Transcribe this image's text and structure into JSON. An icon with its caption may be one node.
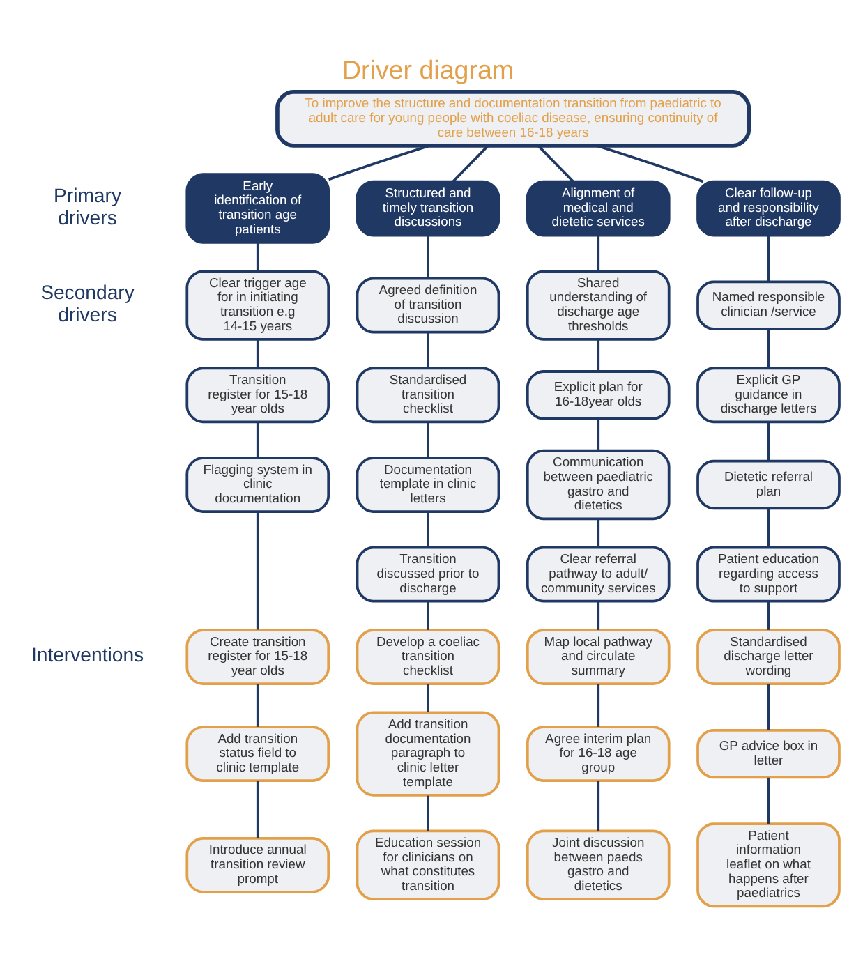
{
  "diagram": {
    "title": "Driver diagram",
    "nodes": [
      {
        "text": [
          "To improve the structure and documentation transition from paediatric to adult care for young people with coeliac disease, ensuring continuity of care between 16-18 years"
        ]
      },
      {
        "text": [
          "Early identification of transition age patients"
        ]
      },
      {
        "text": [
          "Structured and timely transition discussions"
        ]
      },
      {
        "text": [
          "Alignment of medical and dietetic services"
        ]
      },
      {
        "text": [
          "Clear follow-up and responsibility after discharge"
        ]
      },
      {
        "text": [
          "Clear trigger age for in initiating transition e.g 14-15 years"
        ]
      },
      {
        "text": [
          "Agreed definition of transition discussion"
        ]
      },
      {
        "text": [
          "Shared understanding of discharge age thresholds"
        ]
      },
      {
        "text": [
          "Named responsible clinician /service"
        ]
      },
      {
        "text": [
          "Transition register for 15-18 year olds"
        ]
      },
      {
        "text": [
          "Standardised transition checklist"
        ]
      },
      {
        "text": [
          "Explicit plan for 16-18year olds"
        ]
      },
      {
        "text": [
          "Explicit GP guidance in discharge letters"
        ]
      },
      {
        "text": [
          "Flagging system in clinic documentation"
        ]
      },
      {
        "text": [
          "Documentation template in clinic letters"
        ]
      },
      {
        "text": [
          "Communication between paediatric gastro and dietetics"
        ]
      },
      {
        "text": [
          "Dietetic referral plan"
        ]
      },
      {
        "text": [
          "Transition discussed prior to discharge"
        ]
      },
      {
        "text": [
          "Clear referral pathway to adult/ community services"
        ]
      },
      {
        "text": [
          "Patient education regarding access to support"
        ]
      },
      {
        "text": [
          "Create transition register for 15-18 year olds"
        ]
      },
      {
        "text": [
          "Develop a coeliac transition checklist"
        ]
      },
      {
        "text": [
          "Map local pathway and circulate summary"
        ]
      },
      {
        "text": [
          "Standardised discharge letter wording"
        ]
      },
      {
        "text": [
          "Add transition status field to clinic template"
        ]
      },
      {
        "text": [
          "Add transition documentation paragraph to clinic letter template"
        ]
      },
      {
        "text": [
          "Agree interim plan for 16-18 age group"
        ]
      },
      {
        "text": [
          "GP advice box in letter"
        ]
      },
      {
        "text": [
          "Introduce annual transition review prompt"
        ]
      },
      {
        "text": [
          "Education session for clinicians on what constitutes transition"
        ]
      },
      {
        "text": [
          "Joint discussion between paeds gastro and dietetics"
        ]
      },
      {
        "text": [
          "Patient information leaflet on what happens after paediatrics"
        ]
      }
    ],
    "edges": [
      {
        "from": 0,
        "to": 1,
        "arrow": "none"
      },
      {
        "from": 0,
        "to": 2,
        "arrow": "none"
      },
      {
        "from": 0,
        "to": 3,
        "arrow": "none"
      },
      {
        "from": 0,
        "to": 4,
        "arrow": "none"
      },
      {
        "from": 1,
        "to": 5,
        "arrow": "none"
      },
      {
        "from": 5,
        "to": 9,
        "arrow": "none"
      },
      {
        "from": 9,
        "to": 13,
        "arrow": "none"
      },
      {
        "from": 13,
        "to": 20,
        "arrow": "none"
      },
      {
        "from": 20,
        "to": 24,
        "arrow": "none"
      },
      {
        "from": 24,
        "to": 28,
        "arrow": "none"
      },
      {
        "from": 2,
        "to": 6,
        "arrow": "none"
      },
      {
        "from": 6,
        "to": 10,
        "arrow": "none"
      },
      {
        "from": 10,
        "to": 14,
        "arrow": "none"
      },
      {
        "from": 14,
        "to": 17,
        "arrow": "none"
      },
      {
        "from": 17,
        "to": 21,
        "arrow": "none"
      },
      {
        "from": 21,
        "to": 25,
        "arrow": "none"
      },
      {
        "from": 25,
        "to": 29,
        "arrow": "none"
      },
      {
        "from": 3,
        "to": 7,
        "arrow": "none"
      },
      {
        "from": 7,
        "to": 11,
        "arrow": "none"
      },
      {
        "from": 11,
        "to": 15,
        "arrow": "none"
      },
      {
        "from": 15,
        "to": 18,
        "arrow": "none"
      },
      {
        "from": 18,
        "to": 22,
        "arrow": "none"
      },
      {
        "from": 22,
        "to": 26,
        "arrow": "none"
      },
      {
        "from": 26,
        "to": 30,
        "arrow": "none"
      },
      {
        "from": 4,
        "to": 8,
        "arrow": "none"
      },
      {
        "from": 8,
        "to": 12,
        "arrow": "none"
      },
      {
        "from": 12,
        "to": 16,
        "arrow": "none"
      },
      {
        "from": 16,
        "to": 19,
        "arrow": "none"
      },
      {
        "from": 19,
        "to": 23,
        "arrow": "none"
      },
      {
        "from": 23,
        "to": 27,
        "arrow": "none"
      },
      {
        "from": 27,
        "to": 31,
        "arrow": "none"
      }
    ],
    "labels": [
      "Primary drivers",
      "Secondary drivers",
      "Interventions"
    ]
  }
}
